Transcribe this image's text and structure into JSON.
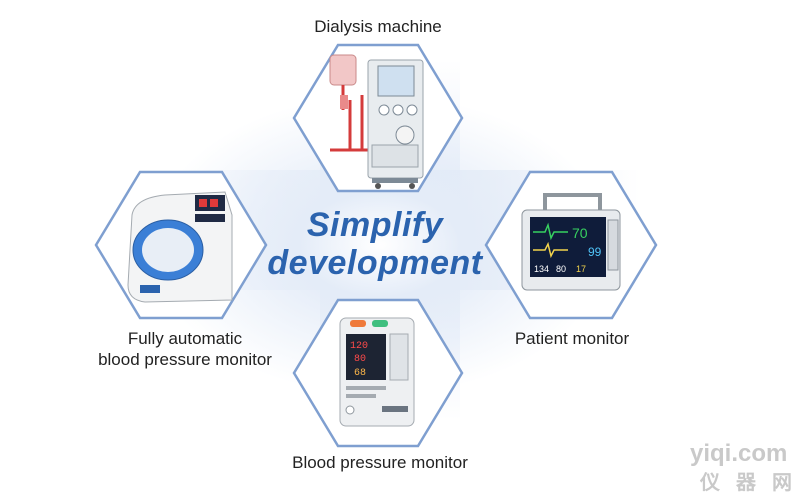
{
  "diagram": {
    "center": {
      "line1": "Simplify",
      "line2": "development"
    },
    "nodes": [
      {
        "id": "top",
        "label": "Dialysis machine",
        "icon": "dialysis-machine-icon"
      },
      {
        "id": "left",
        "label_line1": "Fully automatic",
        "label_line2": "blood pressure monitor",
        "icon": "automatic-bp-monitor-icon"
      },
      {
        "id": "right",
        "label": "Patient monitor",
        "icon": "patient-monitor-icon"
      },
      {
        "id": "bottom",
        "label": "Blood pressure monitor",
        "icon": "bp-monitor-icon"
      }
    ]
  },
  "watermark": {
    "latin": "yiqi.com",
    "cjk": "仪器网"
  },
  "colors": {
    "accent": "#2b63ae",
    "hex_border": "#7f9fd0",
    "hex_fill": "#ffffff",
    "glow": "#dbe6f5",
    "device_red": "#e03a3a",
    "device_blue": "#3b7fd6"
  },
  "patient_monitor_readouts": {
    "hr": "70",
    "spo2": "99",
    "bp": "134",
    "bp2": "80",
    "other": "17"
  },
  "bp_monitor_readouts": {
    "sys": "120",
    "dia": "80",
    "pulse": "68"
  }
}
